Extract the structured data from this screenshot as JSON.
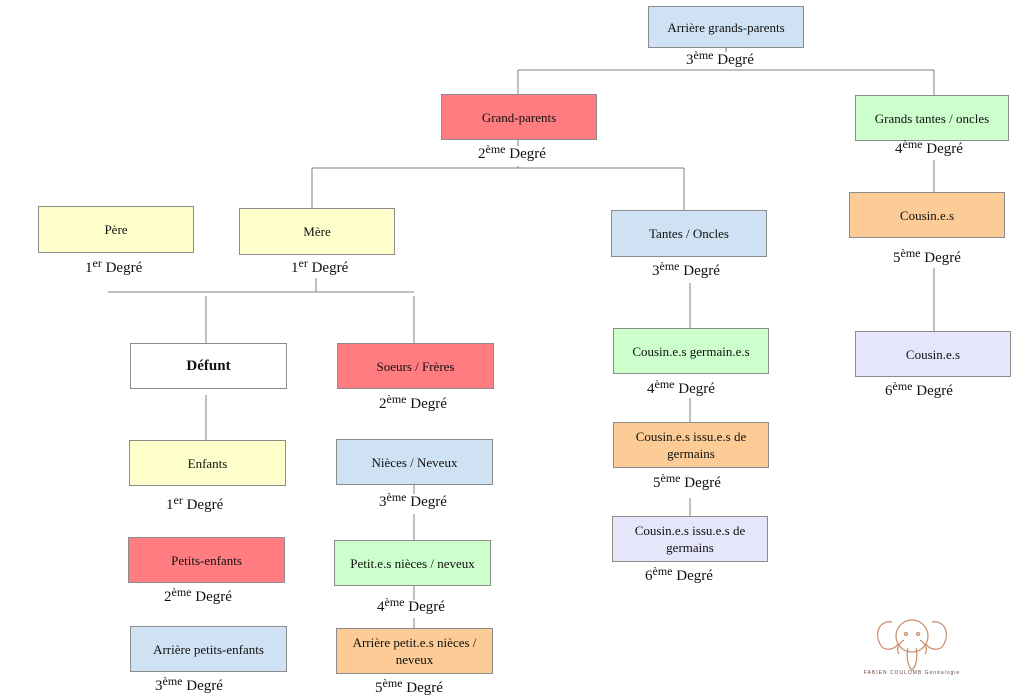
{
  "colors": {
    "yellow": "#ffffcc",
    "red": "#ff7c80",
    "green": "#ccffcc",
    "blue": "#cfe2f3",
    "orange": "#fccb96",
    "lavender": "#e6e6fa",
    "white": "#ffffff",
    "line": "#808080"
  },
  "boxes": [
    {
      "id": "arriere-grands-parents",
      "label": "Arrière grands-parents",
      "color": "blue"
    },
    {
      "id": "grand-parents",
      "label": "Grand-parents",
      "color": "red"
    },
    {
      "id": "grands-tantes-oncles",
      "label": "Grands tantes / oncles",
      "color": "green"
    },
    {
      "id": "pere",
      "label": "Père",
      "color": "yellow"
    },
    {
      "id": "mere",
      "label": "Mère",
      "color": "yellow"
    },
    {
      "id": "tantes-oncles",
      "label": "Tantes / Oncles",
      "color": "blue"
    },
    {
      "id": "cousins-grand-oncle",
      "label": "Cousin.e.s",
      "color": "orange"
    },
    {
      "id": "defunt",
      "label": "Défunt",
      "color": "white"
    },
    {
      "id": "soeurs-freres",
      "label": "Soeurs / Frères",
      "color": "red"
    },
    {
      "id": "cousins-germains",
      "label": "Cousin.e.s germain.e.s",
      "color": "green"
    },
    {
      "id": "cousins-6",
      "label": "Cousin.e.s",
      "color": "lavender"
    },
    {
      "id": "enfants",
      "label": "Enfants",
      "color": "yellow"
    },
    {
      "id": "nieces-neveux",
      "label": "Nièces / Neveux",
      "color": "blue"
    },
    {
      "id": "cousins-issus-1",
      "label": "Cousin.e.s issu.e.s de germains",
      "color": "orange"
    },
    {
      "id": "petits-enfants",
      "label": "Petits-enfants",
      "color": "red"
    },
    {
      "id": "petites-nieces",
      "label": "Petit.e.s nièces / neveux",
      "color": "green"
    },
    {
      "id": "cousins-issus-2",
      "label": "Cousin.e.s issu.e.s de germains",
      "color": "lavender"
    },
    {
      "id": "arriere-petits-enfants",
      "label": "Arrière petits-enfants",
      "color": "blue"
    },
    {
      "id": "arriere-petites-nieces",
      "label": "Arrière petit.e.s nièces / neveux",
      "color": "orange"
    }
  ],
  "degrees": [
    {
      "id": "deg-arriere-grands-parents",
      "num": "3",
      "sup": "ème",
      "word": "Degré"
    },
    {
      "id": "deg-grand-parents",
      "num": "2",
      "sup": "ème",
      "word": "Degré"
    },
    {
      "id": "deg-grands-tantes-oncles",
      "num": "4",
      "sup": "ème",
      "word": "Degré"
    },
    {
      "id": "deg-pere",
      "num": "1",
      "sup": "er",
      "word": "Degré"
    },
    {
      "id": "deg-mere",
      "num": "1",
      "sup": "er",
      "word": "Degré"
    },
    {
      "id": "deg-tantes-oncles",
      "num": "3",
      "sup": "ème",
      "word": "Degré"
    },
    {
      "id": "deg-cousins-grand-oncle",
      "num": "5",
      "sup": "ème",
      "word": "Degré"
    },
    {
      "id": "deg-soeurs-freres",
      "num": "2",
      "sup": "ème",
      "word": "Degré"
    },
    {
      "id": "deg-cousins-germains",
      "num": "4",
      "sup": "ème",
      "word": "Degré"
    },
    {
      "id": "deg-cousins-6",
      "num": "6",
      "sup": "ème",
      "word": "Degré"
    },
    {
      "id": "deg-enfants",
      "num": "1",
      "sup": "er",
      "word": "Degré"
    },
    {
      "id": "deg-nieces-neveux",
      "num": "3",
      "sup": "ème",
      "word": "Degré"
    },
    {
      "id": "deg-cousins-issus-1",
      "num": "5",
      "sup": "ème",
      "word": "Degré"
    },
    {
      "id": "deg-petits-enfants",
      "num": "2",
      "sup": "ème",
      "word": "Degré"
    },
    {
      "id": "deg-petites-nieces",
      "num": "4",
      "sup": "ème",
      "word": "Degré"
    },
    {
      "id": "deg-cousins-issus-2",
      "num": "6",
      "sup": "ème",
      "word": "Degré"
    },
    {
      "id": "deg-arriere-petits-enfants",
      "num": "3",
      "sup": "ème",
      "word": "Degré"
    },
    {
      "id": "deg-arriere-petites-nieces",
      "num": "5",
      "sup": "ème",
      "word": "Degré"
    }
  ],
  "logo": {
    "text": "FABIEN COULOMB Généalogie",
    "icon": "elephant-icon"
  }
}
